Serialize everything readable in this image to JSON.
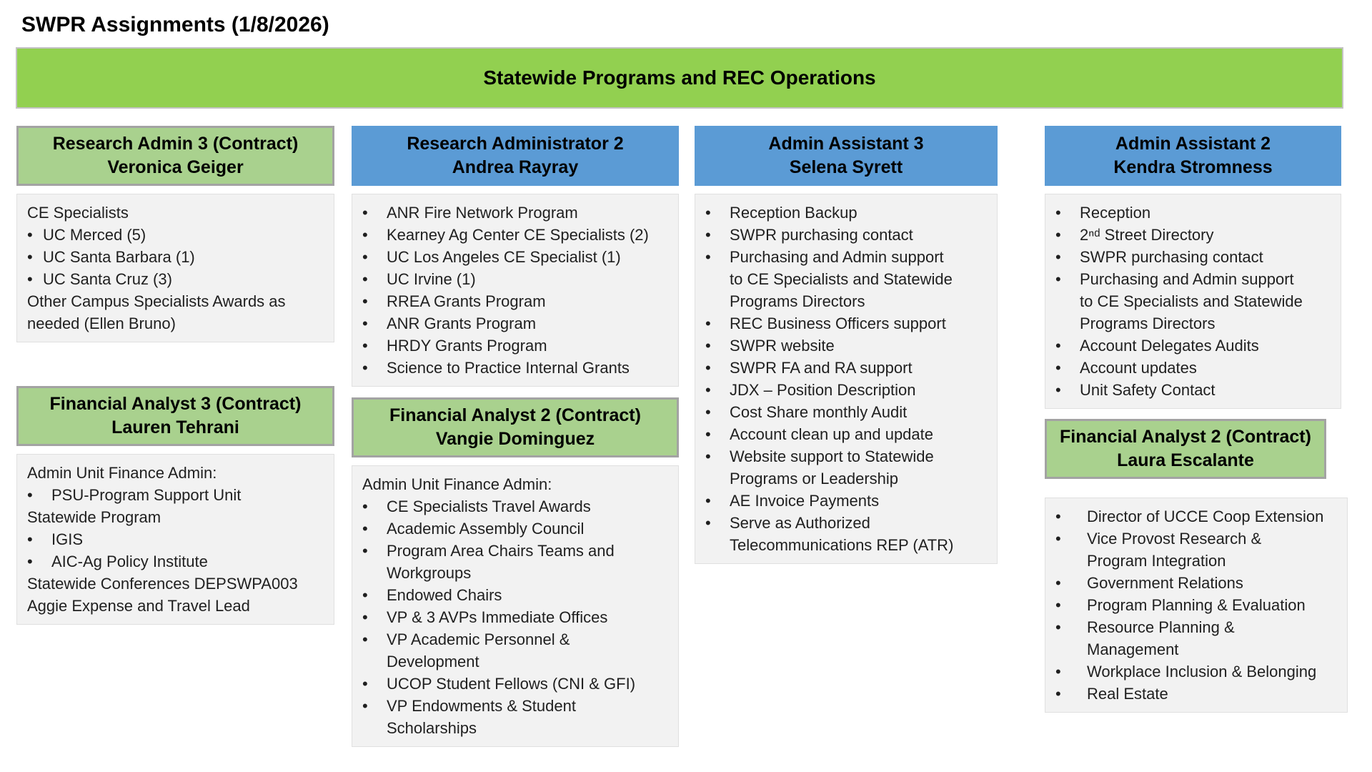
{
  "page_title": "SWPR Assignments (1/8/2026)",
  "banner": {
    "label": "Statewide Programs and REC Operations"
  },
  "colors": {
    "banner_green": "#92D050",
    "header_green": "#A9D18E",
    "header_blue": "#5B9BD5",
    "body_bg": "#F2F2F2",
    "header_border_gray": "#A3A3A3",
    "text": "#1F1F1F"
  },
  "columns": [
    {
      "blocks": [
        {
          "header": {
            "role": "Research Admin 3 (Contract)",
            "name": "Veronica Geiger",
            "variant": "green"
          },
          "items": [
            {
              "bullet": false,
              "text": "CE Specialists"
            },
            {
              "bullet": true,
              "text": "UC Merced (5)"
            },
            {
              "bullet": true,
              "text": "UC Santa Barbara (1)"
            },
            {
              "bullet": true,
              "text": "UC Santa Cruz (3)"
            },
            {
              "bullet": false,
              "text": "Other Campus Specialists Awards as\nneeded (Ellen Bruno)"
            }
          ]
        },
        {
          "header": {
            "role": "Financial Analyst 3 (Contract)",
            "name": "Lauren Tehrani",
            "variant": "green"
          },
          "items": [
            {
              "bullet": false,
              "text": "Admin Unit Finance Admin:"
            },
            {
              "bullet": true,
              "text": "PSU-Program Support Unit"
            },
            {
              "bullet": false,
              "text": "Statewide Program"
            },
            {
              "bullet": true,
              "text": "IGIS"
            },
            {
              "bullet": true,
              "text": "AIC-Ag Policy Institute"
            },
            {
              "bullet": false,
              "text": "Statewide Conferences DEPSWPA003"
            },
            {
              "bullet": false,
              "text": "Aggie Expense and Travel Lead"
            }
          ]
        }
      ]
    },
    {
      "blocks": [
        {
          "header": {
            "role": "Research Administrator 2",
            "name": "Andrea Rayray",
            "variant": "blue"
          },
          "items": [
            {
              "bullet": true,
              "text": "ANR Fire Network Program"
            },
            {
              "bullet": true,
              "text": "Kearney Ag Center CE Specialists (2)"
            },
            {
              "bullet": true,
              "text": "UC Los Angeles CE Specialist (1)"
            },
            {
              "bullet": true,
              "text": "UC Irvine (1)"
            },
            {
              "bullet": true,
              "text": "RREA Grants Program"
            },
            {
              "bullet": true,
              "text": "ANR Grants Program"
            },
            {
              "bullet": true,
              "text": "HRDY Grants Program"
            },
            {
              "bullet": true,
              "text": "Science to Practice Internal Grants"
            }
          ]
        },
        {
          "header": {
            "role": "Financial Analyst 2 (Contract)",
            "name": "Vangie Dominguez",
            "variant": "green"
          },
          "items": [
            {
              "bullet": false,
              "text": "Admin Unit Finance Admin:"
            },
            {
              "bullet": true,
              "text": "CE Specialists Travel Awards"
            },
            {
              "bullet": true,
              "text": "Academic Assembly Council"
            },
            {
              "bullet": true,
              "text": "Program Area Chairs Teams and\nWorkgroups"
            },
            {
              "bullet": true,
              "text": "Endowed Chairs"
            },
            {
              "bullet": true,
              "text": "VP & 3 AVPs Immediate Offices"
            },
            {
              "bullet": true,
              "text": "VP Academic Personnel &\nDevelopment"
            },
            {
              "bullet": true,
              "text": "UCOP Student Fellows (CNI & GFI)"
            },
            {
              "bullet": true,
              "text": "VP Endowments & Student\nScholarships"
            }
          ]
        }
      ]
    },
    {
      "blocks": [
        {
          "header": {
            "role": "Admin Assistant 3",
            "name": "Selena Syrett",
            "variant": "blue"
          },
          "items": [
            {
              "bullet": true,
              "text": "Reception Backup"
            },
            {
              "bullet": true,
              "text": "SWPR purchasing contact"
            },
            {
              "bullet": true,
              "text": "Purchasing and Admin support\nto CE Specialists and Statewide\nPrograms Directors"
            },
            {
              "bullet": true,
              "text": "REC Business Officers support"
            },
            {
              "bullet": true,
              "text": "SWPR website"
            },
            {
              "bullet": true,
              "text": "SWPR FA and RA support"
            },
            {
              "bullet": true,
              "text": "JDX – Position Description"
            },
            {
              "bullet": true,
              "text": "Cost Share monthly Audit"
            },
            {
              "bullet": true,
              "text": "Account clean up and update"
            },
            {
              "bullet": true,
              "text": "Website support to Statewide\nPrograms or Leadership"
            },
            {
              "bullet": true,
              "text": "AE Invoice Payments"
            },
            {
              "bullet": true,
              "text": "Serve as Authorized\nTelecommunications REP (ATR)"
            }
          ]
        }
      ]
    },
    {
      "blocks": [
        {
          "header": {
            "role": "Admin Assistant 2",
            "name": "Kendra Stromness",
            "variant": "blue"
          },
          "items": [
            {
              "bullet": true,
              "text": "Reception"
            },
            {
              "bullet": true,
              "text": "2ⁿᵈ Street Directory"
            },
            {
              "bullet": true,
              "text": "SWPR purchasing contact"
            },
            {
              "bullet": true,
              "text": "Purchasing and Admin support\nto CE Specialists and Statewide\nPrograms Directors"
            },
            {
              "bullet": true,
              "text": "Account Delegates Audits"
            },
            {
              "bullet": true,
              "text": "Account updates"
            },
            {
              "bullet": true,
              "text": "Unit Safety Contact"
            }
          ]
        },
        {
          "header": {
            "role": "Financial Analyst 2 (Contract)",
            "name": "Laura Escalante",
            "variant": "green"
          },
          "items": [
            {
              "bullet": true,
              "text": "Director of UCCE Coop Extension"
            },
            {
              "bullet": true,
              "text": "Vice Provost Research &\nProgram Integration"
            },
            {
              "bullet": true,
              "text": "Government Relations"
            },
            {
              "bullet": true,
              "text": "Program Planning & Evaluation"
            },
            {
              "bullet": true,
              "text": "Resource Planning &\nManagement"
            },
            {
              "bullet": true,
              "text": "Workplace Inclusion & Belonging"
            },
            {
              "bullet": true,
              "text": "Real Estate"
            }
          ]
        }
      ]
    }
  ]
}
